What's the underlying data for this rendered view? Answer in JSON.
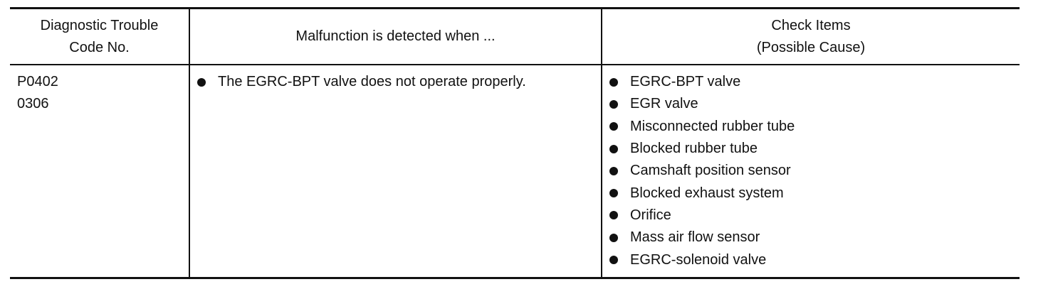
{
  "table": {
    "headers": {
      "code": [
        "Diagnostic Trouble",
        "Code No."
      ],
      "malfunction": "Malfunction is detected when ...",
      "check": [
        "Check Items",
        "(Possible Cause)"
      ]
    },
    "codes": [
      "P0402",
      "0306"
    ],
    "malfunction_items": [
      "The EGRC-BPT valve does not operate properly."
    ],
    "check_items": [
      "EGRC-BPT valve",
      "EGR valve",
      "Misconnected rubber tube",
      "Blocked rubber tube",
      "Camshaft position sensor",
      "Blocked exhaust system",
      "Orifice",
      "Mass air flow sensor",
      "EGRC-solenoid valve"
    ]
  },
  "icons": {
    "bullet": "bullet-icon"
  }
}
